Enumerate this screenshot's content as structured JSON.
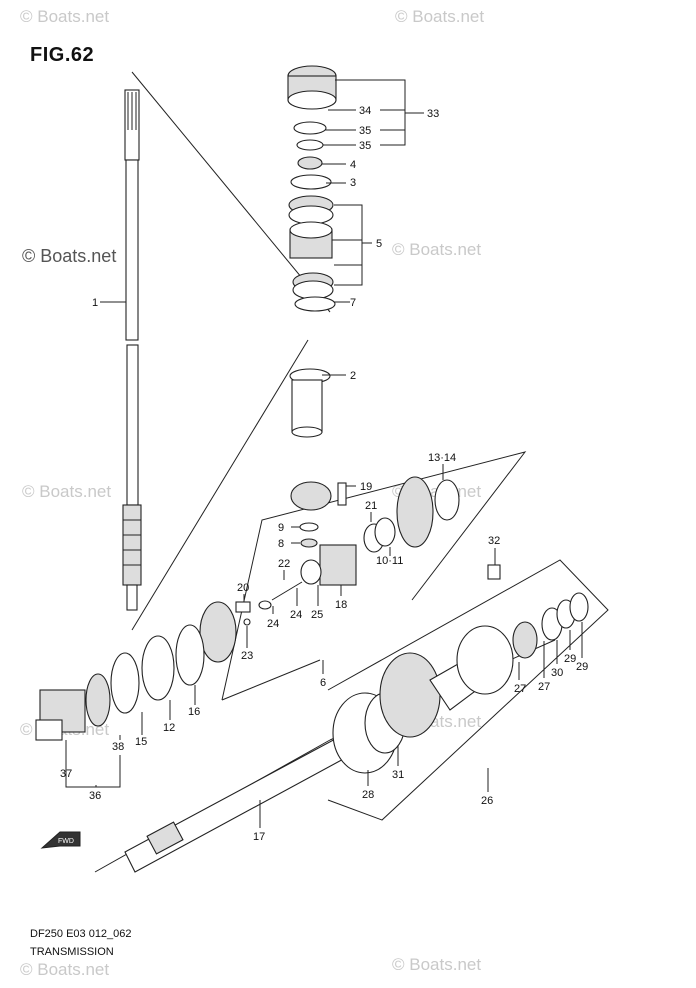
{
  "figure": {
    "title": "FIG.62",
    "code": "DF250 E03 012_062",
    "name": "TRANSMISSION",
    "watermark": "© Boats.net",
    "direction_label": "FWD"
  },
  "callouts": [
    {
      "id": "1",
      "label": "1"
    },
    {
      "id": "2",
      "label": "2"
    },
    {
      "id": "3",
      "label": "3"
    },
    {
      "id": "4",
      "label": "4"
    },
    {
      "id": "5",
      "label": "5"
    },
    {
      "id": "6",
      "label": "6"
    },
    {
      "id": "7",
      "label": "7"
    },
    {
      "id": "8",
      "label": "8"
    },
    {
      "id": "9",
      "label": "9"
    },
    {
      "id": "10-11",
      "label": "10·11"
    },
    {
      "id": "12",
      "label": "12"
    },
    {
      "id": "13-14",
      "label": "13·14"
    },
    {
      "id": "15",
      "label": "15"
    },
    {
      "id": "16",
      "label": "16"
    },
    {
      "id": "17",
      "label": "17"
    },
    {
      "id": "18",
      "label": "18"
    },
    {
      "id": "19",
      "label": "19"
    },
    {
      "id": "20",
      "label": "20"
    },
    {
      "id": "21",
      "label": "21"
    },
    {
      "id": "22",
      "label": "22"
    },
    {
      "id": "23",
      "label": "23"
    },
    {
      "id": "24a",
      "label": "24"
    },
    {
      "id": "24b",
      "label": "24"
    },
    {
      "id": "25",
      "label": "25"
    },
    {
      "id": "26",
      "label": "26"
    },
    {
      "id": "27a",
      "label": "27"
    },
    {
      "id": "27b",
      "label": "27"
    },
    {
      "id": "28",
      "label": "28"
    },
    {
      "id": "29a",
      "label": "29"
    },
    {
      "id": "29b",
      "label": "29"
    },
    {
      "id": "30",
      "label": "30"
    },
    {
      "id": "31",
      "label": "31"
    },
    {
      "id": "32",
      "label": "32"
    },
    {
      "id": "33",
      "label": "33"
    },
    {
      "id": "34",
      "label": "34"
    },
    {
      "id": "35a",
      "label": "35"
    },
    {
      "id": "35b",
      "label": "35"
    },
    {
      "id": "36",
      "label": "36"
    },
    {
      "id": "37",
      "label": "37"
    },
    {
      "id": "38",
      "label": "38"
    }
  ]
}
